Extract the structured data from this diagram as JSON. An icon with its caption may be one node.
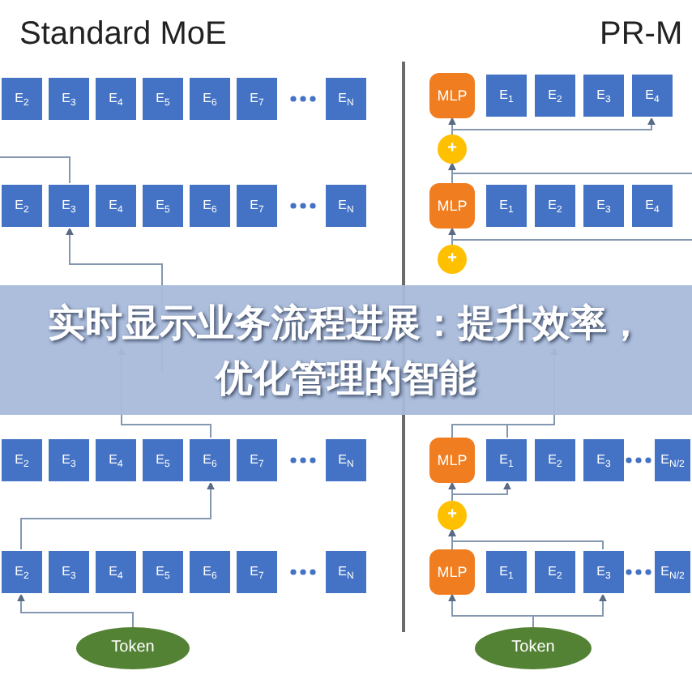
{
  "diagram": {
    "title": "实时显示业务流程进展：提升效率，优化管理的智能",
    "nodes": [
      {
        "text": [
          "E$_{2}$"
        ]
      },
      {
        "text": [
          "E$_{3}$"
        ]
      },
      {
        "text": [
          "E$_{4}$"
        ]
      },
      {
        "text": [
          "E$_{5}$"
        ]
      },
      {
        "text": [
          "E$_{6}$"
        ]
      },
      {
        "text": [
          "E$_{7}$"
        ]
      },
      {
        "text": [
          "E$_{N}$"
        ]
      },
      {
        "text": [
          "E$_{2}$"
        ]
      },
      {
        "text": [
          "E$_{3}$"
        ]
      },
      {
        "text": [
          "E$_{4}$"
        ]
      },
      {
        "text": [
          "E$_{5}$"
        ]
      },
      {
        "text": [
          "E$_{6}$"
        ]
      },
      {
        "text": [
          "E$_{7}$"
        ]
      },
      {
        "text": [
          "E$_{N}$"
        ]
      },
      {
        "text": [
          "E$_{2}$"
        ]
      },
      {
        "text": [
          "E$_{3}$"
        ]
      },
      {
        "text": [
          "E$_{4}$"
        ]
      },
      {
        "text": [
          "E$_{5}$"
        ]
      },
      {
        "text": [
          "E$_{6}$"
        ]
      },
      {
        "text": [
          "E$_{7}$"
        ]
      },
      {
        "text": [
          "E$_{N}$"
        ]
      },
      {
        "text": [
          "E$_{2}$"
        ]
      },
      {
        "text": [
          "E$_{3}$"
        ]
      },
      {
        "text": [
          "E$_{4}$"
        ]
      },
      {
        "text": [
          "E$_{5}$"
        ]
      },
      {
        "text": [
          "E$_{6}$"
        ]
      },
      {
        "text": [
          "E$_{7}$"
        ]
      },
      {
        "text": [
          "E$_{N}$"
        ]
      },
      {
        "text": [
          "Token"
        ]
      },
      {
        "text": [
          "MLP"
        ]
      },
      {
        "text": [
          "E$_{1}$"
        ]
      },
      {
        "text": [
          "E$_{2}$"
        ]
      },
      {
        "text": [
          "E$_{3}$"
        ]
      },
      {
        "text": [
          "E$_{4}$"
        ]
      },
      {
        "text": [
          "+"
        ]
      },
      {
        "text": [
          "MLP"
        ]
      },
      {
        "text": [
          "E$_{1}$"
        ]
      },
      {
        "text": [
          "E$_{2}$"
        ]
      },
      {
        "text": [
          "E$_{3}$"
        ]
      },
      {
        "text": [
          "E$_{4}$"
        ]
      },
      {
        "text": [
          "+"
        ]
      },
      {
        "text": [
          "MLP"
        ]
      },
      {
        "text": [
          "E$_{1}$"
        ]
      },
      {
        "text": [
          "E$_{2}$"
        ]
      },
      {
        "text": [
          "E$_{3}$"
        ]
      },
      {
        "text": [
          "E$_{N/2}$"
        ]
      },
      {
        "text": [
          "+"
        ]
      },
      {
        "text": [
          "MLP"
        ]
      },
      {
        "text": [
          "E$_{1}$"
        ]
      },
      {
        "text": [
          "E$_{2}$"
        ]
      },
      {
        "text": [
          "E$_{3}$"
        ]
      },
      {
        "text": [
          "E$_{N/2}$"
        ]
      },
      {
        "text": [
          "Token"
        ]
      }
    ],
    "edges": [
      {
        "from": null,
        "to": 8,
        "arrow": "to"
      },
      {
        "from": 8,
        "to": null,
        "arrow": "none"
      },
      {
        "from": 21,
        "to": 18,
        "arrow": "to"
      },
      {
        "from": 18,
        "to": null,
        "arrow": "to"
      },
      {
        "from": 28,
        "to": 21,
        "arrow": "to"
      },
      {
        "from": 34,
        "to": 29,
        "arrow": "to"
      },
      {
        "from": 34,
        "to": 33,
        "arrow": "to"
      },
      {
        "from": 35,
        "to": 34,
        "arrow": "to"
      },
      {
        "from": null,
        "to": 34,
        "arrow": "to"
      },
      {
        "from": 40,
        "to": 35,
        "arrow": "to"
      },
      {
        "from": 40,
        "to": null,
        "arrow": "none"
      },
      {
        "from": 41,
        "to": null,
        "arrow": "to"
      },
      {
        "from": 42,
        "to": null,
        "arrow": "to"
      },
      {
        "from": 46,
        "to": 41,
        "arrow": "to"
      },
      {
        "from": 46,
        "to": 42,
        "arrow": "to"
      },
      {
        "from": 47,
        "to": 46,
        "arrow": "to"
      },
      {
        "from": 50,
        "to": 46,
        "arrow": "to"
      },
      {
        "from": 52,
        "to": 47,
        "arrow": "to"
      },
      {
        "from": 52,
        "to": 50,
        "arrow": "to"
      }
    ],
    "labels": [
      "Standard MoE",
      "PR-M"
    ]
  }
}
